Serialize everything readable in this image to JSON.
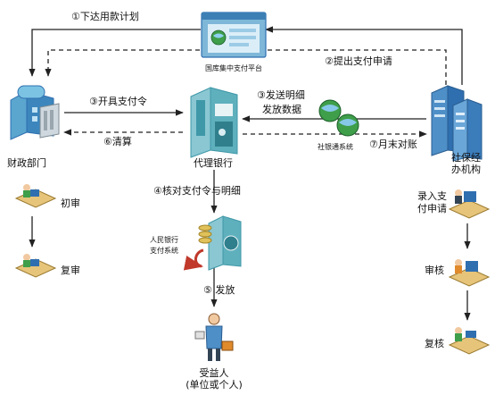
{
  "nodes": {
    "central_platform": "国库集中支付平台",
    "finance_dept": "财政部门",
    "agent_bank": "代理银行",
    "social_security_line1": "社保经",
    "social_security_line2": "办机构",
    "pboc_system_line1": "人民银行",
    "pboc_system_line2": "支付系统",
    "social_bank_system": "社银通系统",
    "beneficiary_line1": "受益人",
    "beneficiary_line2": "(单位或个人)"
  },
  "steps": {
    "s1": "①下达用款计划",
    "s2": "②提出支付申请",
    "s3a": "③开具支付令",
    "s3b_line1": "③发送明细",
    "s3b_line2": "发放数据",
    "s4": "④核对支付令与明细",
    "s5": "⑤ 发放",
    "s6": "⑥清算",
    "s7": "⑦月末对账"
  },
  "sub_steps": {
    "initial_review": "初审",
    "re_review": "复审",
    "entry_line1": "录入支",
    "entry_line2": "付申请",
    "audit": "审核",
    "recheck": "复核"
  },
  "colors": {
    "line": "#222222",
    "server_blue": "#2f6fb0",
    "teal": "#3f98a8",
    "globe_green": "#3e9e4a",
    "red_arrow": "#c0392b"
  }
}
